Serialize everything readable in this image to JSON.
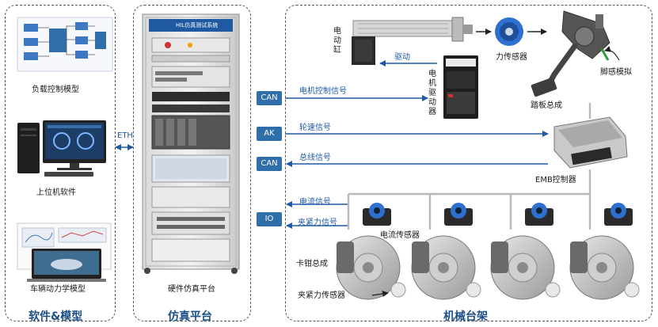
{
  "sections": {
    "software": {
      "title": "软件&模型"
    },
    "platform": {
      "title": "仿真平台"
    },
    "mechanical": {
      "title": "机械台架"
    }
  },
  "software_items": {
    "load_model": "负载控制模型",
    "host_software": "上位机软件",
    "vehicle_model": "车辆动力学模型"
  },
  "link": {
    "eth": "ETH"
  },
  "platform_items": {
    "cabinet_header": "HIL仿真测试系统",
    "cabinet_label": "硬件仿真平台"
  },
  "interfaces": {
    "can1": "CAN",
    "ak": "AK",
    "can2": "CAN",
    "io": "IO"
  },
  "signals": {
    "motor_control": "电机控制信号",
    "wheel_speed": "轮速信号",
    "bus": "总线信号",
    "current": "电流信号",
    "clamp_force": "夹紧力信号",
    "drive": "驱动"
  },
  "components": {
    "cylinder": "电动缸",
    "force_sensor": "力传感器",
    "motor_driver": "电机驱动器",
    "pedal_sim": "脚感模拟",
    "pedal_assembly": "踏板总成",
    "emb_controller": "EMB控制器",
    "current_sensor": "电流传感器",
    "caliper": "卡钳总成",
    "clamp_sensor": "夹紧力传感器"
  },
  "colors": {
    "accent": "#1a4f86",
    "tag_bg": "#2f6ea8",
    "arrow": "#1e5aa3",
    "bus_line": "#b8b8b8"
  }
}
